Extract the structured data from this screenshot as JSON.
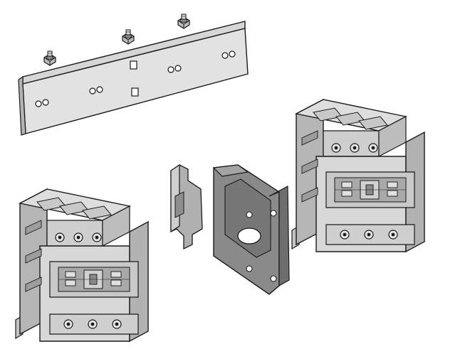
{
  "illustration": {
    "kind": "technical exploded assembly drawing",
    "colors": {
      "background": "#ffffff",
      "light_gray": "#d4d4d4",
      "mid_gray": "#b8b8b8",
      "shadow_gray": "#9a9a9a",
      "dark_gray": "#6e6e6e",
      "outline": "#1a1a1a"
    },
    "parts": [
      "mounting-plate",
      "mounting-screw",
      "contactor-left",
      "contactor-right",
      "interlock-clip",
      "mechanical-interlock-block"
    ]
  }
}
